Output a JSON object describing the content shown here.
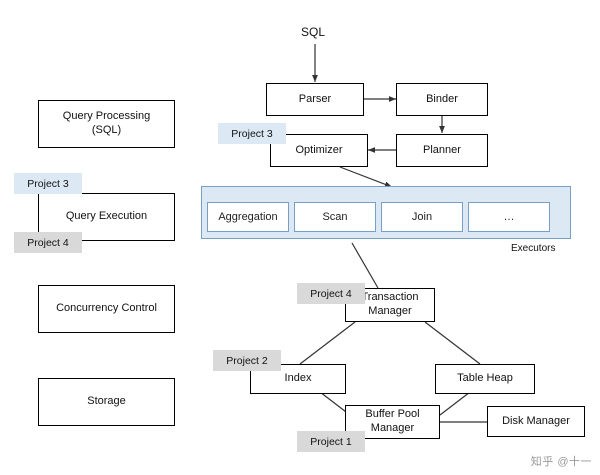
{
  "diagram": {
    "title": "SQL",
    "left_stages": [
      {
        "id": "query-processing",
        "label": "Query Processing\n(SQL)",
        "line1": "Query Processing",
        "line2": "(SQL)"
      },
      {
        "id": "query-execution",
        "label": "Query Execution"
      },
      {
        "id": "concurrency-control",
        "label": "Concurrency Control"
      },
      {
        "id": "storage",
        "label": "Storage"
      }
    ],
    "components": [
      {
        "id": "parser",
        "label": "Parser"
      },
      {
        "id": "binder",
        "label": "Binder"
      },
      {
        "id": "optimizer",
        "label": "Optimizer"
      },
      {
        "id": "planner",
        "label": "Planner"
      },
      {
        "id": "transaction-manager",
        "line1": "Transaction",
        "line2": "Manager"
      },
      {
        "id": "index",
        "label": "Index"
      },
      {
        "id": "table-heap",
        "label": "Table Heap"
      },
      {
        "id": "buffer-pool-manager",
        "line1": "Buffer Pool",
        "line2": "Manager"
      },
      {
        "id": "disk-manager",
        "label": "Disk Manager"
      }
    ],
    "executors": {
      "caption": "Executors",
      "items": [
        "Aggregation",
        "Scan",
        "Join",
        "…"
      ]
    },
    "project_tags": [
      {
        "id": "project3-optimizer",
        "label": "Project 3",
        "color": "#dce9f5"
      },
      {
        "id": "project3-execution",
        "label": "Project 3",
        "color": "#dce9f5"
      },
      {
        "id": "project4-execution",
        "label": "Project 4",
        "color": "#d9d9d9"
      },
      {
        "id": "project4-transaction",
        "label": "Project 4",
        "color": "#d9d9d9"
      },
      {
        "id": "project2-index",
        "label": "Project 2",
        "color": "#d9d9d9"
      },
      {
        "id": "project1-buffer",
        "label": "Project 1",
        "color": "#d9d9d9"
      }
    ],
    "watermark": "知乎 @十一",
    "colors": {
      "blue_fill": "#dce9f5",
      "blue_border": "#7a9fc4",
      "gray_fill": "#d9d9d9",
      "line": "#333333"
    }
  }
}
